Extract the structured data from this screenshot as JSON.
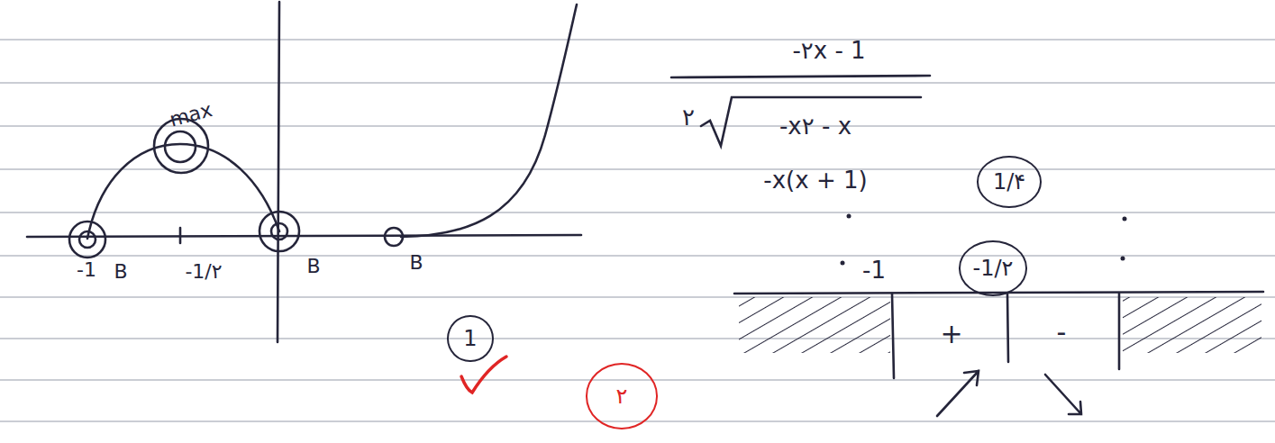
{
  "diagram": {
    "nodes": [
      {
        "text": [
          "1/۴"
        ]
      },
      {
        "text": [
          "-1/۲"
        ]
      },
      {
        "text": [
          "1"
        ]
      },
      {
        "text": [
          "۲"
        ]
      }
    ],
    "labels": [
      "max",
      "-1",
      "B",
      "-1/۲",
      "B",
      "B",
      "-۲x - 1",
      "۲",
      "-x۲ - x",
      "-x(x + 1)",
      "-1",
      "+",
      "-"
    ]
  }
}
